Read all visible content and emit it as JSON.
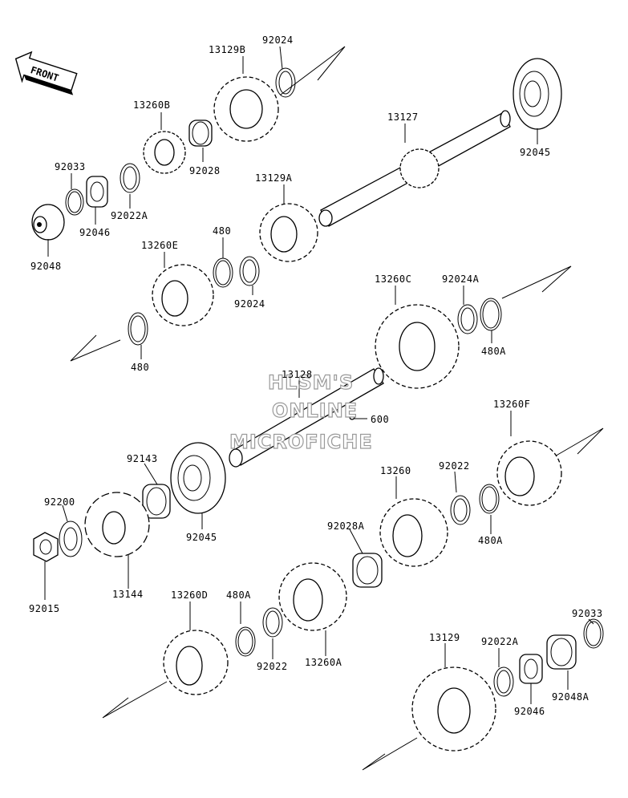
{
  "front_badge": "FRONT",
  "watermark": [
    "HLSM'S",
    "ONLINE",
    "MICROFICHE"
  ],
  "parts": [
    {
      "id": "p1",
      "label": "13129B"
    },
    {
      "id": "p2",
      "label": "92024"
    },
    {
      "id": "p3",
      "label": "13260B"
    },
    {
      "id": "p4",
      "label": "92028"
    },
    {
      "id": "p5",
      "label": "92033"
    },
    {
      "id": "p6",
      "label": "92022A"
    },
    {
      "id": "p7",
      "label": "92046"
    },
    {
      "id": "p8",
      "label": "92048"
    },
    {
      "id": "p9",
      "label": "13127"
    },
    {
      "id": "p10",
      "label": "92045"
    },
    {
      "id": "p11",
      "label": "13129A"
    },
    {
      "id": "p12",
      "label": "480"
    },
    {
      "id": "p13",
      "label": "13260E"
    },
    {
      "id": "p14",
      "label": "92024"
    },
    {
      "id": "p15",
      "label": "480"
    },
    {
      "id": "p16",
      "label": "13260C"
    },
    {
      "id": "p17",
      "label": "92024A"
    },
    {
      "id": "p18",
      "label": "480A"
    },
    {
      "id": "p19",
      "label": "13128"
    },
    {
      "id": "p20",
      "label": "600"
    },
    {
      "id": "p21",
      "label": "13260F"
    },
    {
      "id": "p22",
      "label": "92143"
    },
    {
      "id": "p23",
      "label": "92200"
    },
    {
      "id": "p24",
      "label": "92045"
    },
    {
      "id": "p25",
      "label": "13144"
    },
    {
      "id": "p26",
      "label": "92015"
    },
    {
      "id": "p27",
      "label": "13260"
    },
    {
      "id": "p28",
      "label": "92022"
    },
    {
      "id": "p29",
      "label": "92028A"
    },
    {
      "id": "p30",
      "label": "480A"
    },
    {
      "id": "p31",
      "label": "13260D"
    },
    {
      "id": "p32",
      "label": "480A"
    },
    {
      "id": "p33",
      "label": "92022"
    },
    {
      "id": "p34",
      "label": "13260A"
    },
    {
      "id": "p35",
      "label": "13129"
    },
    {
      "id": "p36",
      "label": "92022A"
    },
    {
      "id": "p37",
      "label": "92033"
    },
    {
      "id": "p38",
      "label": "92046"
    },
    {
      "id": "p39",
      "label": "92048A"
    }
  ]
}
